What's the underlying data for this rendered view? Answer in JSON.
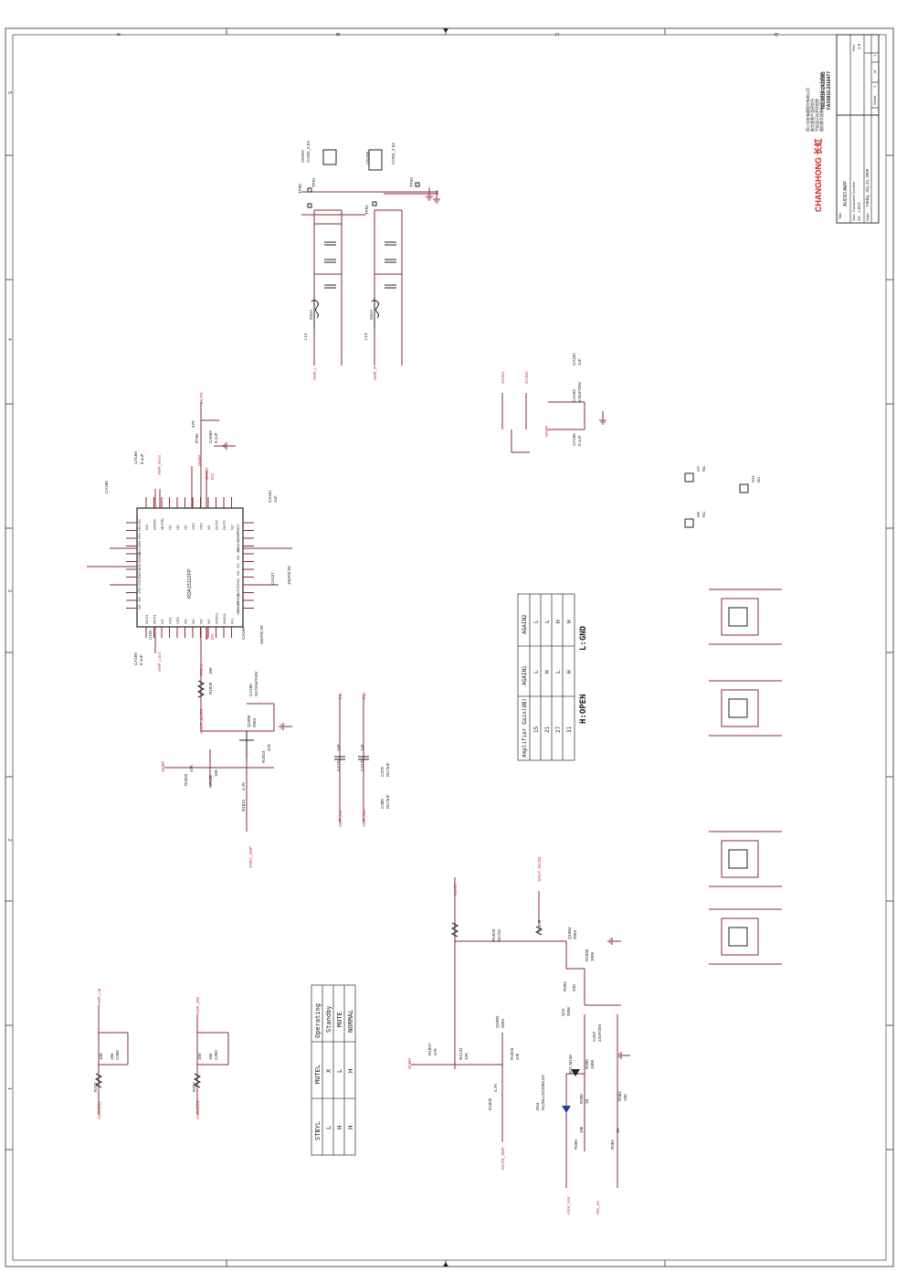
{
  "title_block": {
    "company_logo": "CHANGHONG 长虹",
    "tel": "TEL0816-2418383",
    "fax": "FAX0816-2418477",
    "cn_line1": "四川长虹电器股份有限公司",
    "cn_line2": "数字视频产品研究所",
    "cn_line3": "平板显示技术研究院",
    "cn_line4": "模拟数字图像处理技术设计与开发部",
    "title_label": "Title",
    "title": "AUDIO AMP",
    "size_label": "Size",
    "size": "A2",
    "docnum_label": "Document Number",
    "docnum": "LS12",
    "rev_label": "Rev",
    "rev": "1.0",
    "date_label": "Date:",
    "date": "Friday, July 24, 2009",
    "sheet_label": "Sheet",
    "sheet": "1",
    "of_label": "of",
    "sheet_total": "1"
  },
  "border": {
    "col_markers": [
      "5",
      "4",
      "3",
      "2",
      "1"
    ],
    "row_markers": [
      "A",
      "B",
      "C",
      "D"
    ]
  },
  "gain_table": {
    "headers": [
      "Amplifier Gain(dB)",
      "AGAIN1",
      "AGAIN2"
    ],
    "rows": [
      [
        "15",
        "L",
        "L"
      ],
      [
        "21",
        "H",
        "L"
      ],
      [
        "27",
        "L",
        "H"
      ],
      [
        "31",
        "H",
        "H"
      ]
    ],
    "legend_open": "H:OPEN",
    "legend_gnd": "L:GND"
  },
  "mode_table": {
    "headers": [
      "STBYL",
      "MUTEL",
      "Operating"
    ],
    "rows": [
      [
        "L",
        "X",
        "Standby"
      ],
      [
        "H",
        "L",
        "MUTE"
      ],
      [
        "H",
        "H",
        "NORMAL"
      ]
    ]
  },
  "ic": {
    "ref": "U101",
    "part": "R2A15112FP",
    "left_pins": [
      "OUT1",
      "OUT1",
      "NC",
      "VD1",
      "VD1",
      "NC",
      "NC",
      "NC",
      "NC",
      "STBYL",
      "GAIN1",
      "IN1"
    ],
    "right_pins": [
      "IN2",
      "GAIN2",
      "MUTEL",
      "NC",
      "NC",
      "NC",
      "VD2",
      "VD2",
      "NC",
      "OUT2",
      "OUT2",
      "NC"
    ],
    "top_pins": [
      "PROT",
      "VREF",
      "CLOCK",
      "NC",
      "NC",
      "NC",
      "NC",
      "GND",
      "AVCC",
      "PROG",
      "CBIAS",
      "NC"
    ],
    "bottom_pins": [
      "NC",
      "VS1",
      "VS1",
      "BH1",
      "BH1",
      "DVDD",
      "BH2",
      "BH2",
      "VS2",
      "VS2",
      "NC",
      "NC"
    ]
  },
  "net_labels": {
    "amp_lout": "AMP_Lout",
    "amp_rout": "AMP_Rout",
    "amp_lin": "AMP_Lin",
    "amp_rin": "AMP_Rin",
    "mute": "MUTE",
    "vamp": "VAMP",
    "stbyl": "STBYL",
    "stby_amp": "STBY_AMP",
    "shut_mute": "SHUT_MUTE",
    "mute_amp": "MUTE_AMP",
    "gain1": "GAIN1",
    "gain2": "GAIN2",
    "in1": "IN1",
    "in2": "IN2",
    "audio_l": "AUDIO(L)",
    "audio_r": "AUDIO(R)",
    "p24v": "+24V_INV",
    "p5v": "+5V_4A",
    "amp_l": "AMP_L",
    "amp_r": "AMP_R"
  },
  "components": {
    "l12": "L12",
    "l13": "L13",
    "l_val": "33uH",
    "cn207": "CN207",
    "cn208": "CN208",
    "cn_val": "CON2_2.54",
    "tp90": "TP90",
    "tp91": "TP91",
    "tp92": "TP92",
    "tp93": "TP93",
    "ca168": "CA168",
    "ca168_v": "0.1uF",
    "ca169": "CA169",
    "ca169_v": "0.1uF",
    "ca166": "CA166",
    "ca166_v": "10uF/6.3V",
    "ca161": "CA161",
    "ca161_v": "1uF",
    "ca157": "CA157",
    "ca157_v": "10uF/6.3V",
    "r765": "R765",
    "r765_v": "47K",
    "ca669": "CA669",
    "ca669_v": "0.1uF",
    "r1828": "R1828",
    "r1828_v": "100",
    "q1805": "Q1805",
    "q_v": "3904",
    "ca105": "CA105",
    "ca105_v": "NC/10uF/16V",
    "r1822": "R1822",
    "r1822_v": "47K",
    "r1823": "R1823",
    "r1823_v": "47K",
    "ra132": "RA132",
    "ra132_v": "10K",
    "r1821": "R1821",
    "r1821_v": "4.7K",
    "ca153": "CA153",
    "ca153_v": "1uF",
    "ca139": "CA139",
    "ca139_v": "1uF",
    "c378": "C378",
    "c378_v": "NC/1nF",
    "c380": "C380",
    "c380_v": "NC/1nF",
    "ca162": "CA162",
    "ca162_v": "1uF",
    "ca163": "CA163",
    "ca163_v": "470uF/35V",
    "ca165": "CA165",
    "ca165_v": "0.1uF",
    "h7": "H7",
    "h8": "H8",
    "h11": "H11",
    "nc": "NC",
    "r1829": "R1829",
    "r1829_v": "NC/1K",
    "q1804": "Q1804",
    "r1830": "R1830",
    "r1830_v": "100K",
    "r393": "R393",
    "r393_v": "33K",
    "q15": "Q15",
    "q15_v": "3906",
    "ca67": "CA67",
    "ca67_v": "22uF/35V",
    "dm148": "D71 M148",
    "r390": "R390",
    "r390_v": "100K",
    "r388": "R388",
    "r388_v": "1K",
    "r389": "R389",
    "r389_v": "10k",
    "r383": "R383",
    "r383_v": "10K",
    "r384": "R384",
    "r384_v": "1K",
    "d64": "D64",
    "d64_v": "NC/MLL5232B5.6V",
    "r1827": "R1827",
    "r1827_v": "47K",
    "ra131": "RA131",
    "ra131_v": "12K",
    "q1802": "Q1802",
    "r1826": "R1826",
    "r1826_v": "47k",
    "r1825": "R1825",
    "r1825_v": "4.7K",
    "r317": "R317",
    "r317_v": "100",
    "r322": "R322",
    "r322_v": "100",
    "c365": "C365",
    "c365_v": "18n",
    "c363": "C363",
    "c363_v": "18n"
  }
}
